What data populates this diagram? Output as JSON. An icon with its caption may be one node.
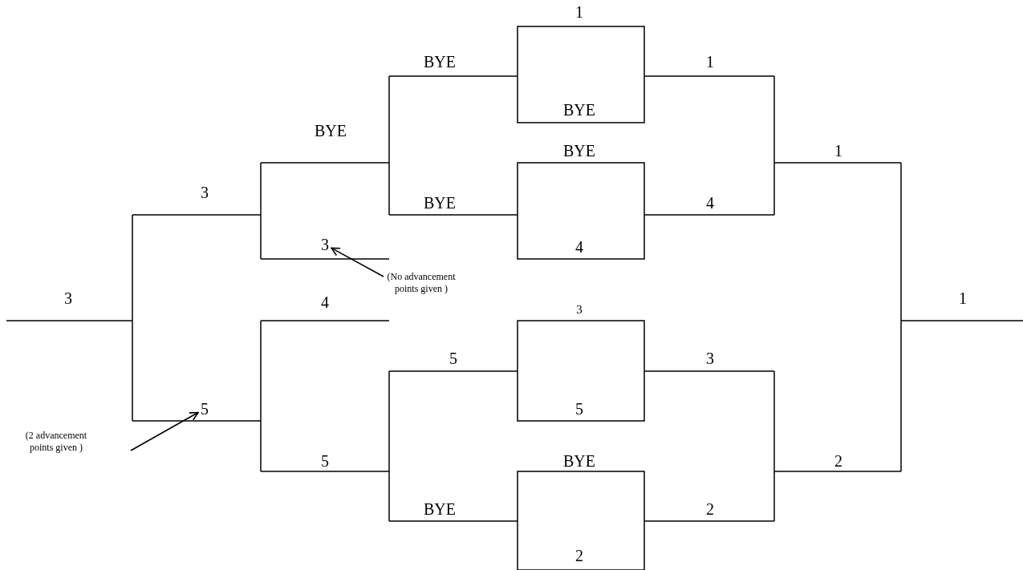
{
  "diagram": {
    "nodes": [
      {
        "text": [
          "(No advancement points given )"
        ]
      },
      {
        "text": [
          "3"
        ]
      },
      {
        "text": [
          "(2 advancement points given )"
        ]
      },
      {
        "text": [
          "5"
        ]
      }
    ],
    "edges": [
      {
        "from": 0,
        "to": 1,
        "arrow": "to"
      },
      {
        "from": 2,
        "to": 3,
        "arrow": "to"
      }
    ],
    "labels": [
      "1",
      "BYE",
      "1",
      "BYE",
      "BYE",
      "BYE",
      "1",
      "3",
      "BYE",
      "4",
      "4",
      "3",
      "4",
      "3",
      "1",
      "5",
      "3",
      "5",
      "5",
      "BYE",
      "2",
      "BYE",
      "2",
      "2"
    ]
  }
}
